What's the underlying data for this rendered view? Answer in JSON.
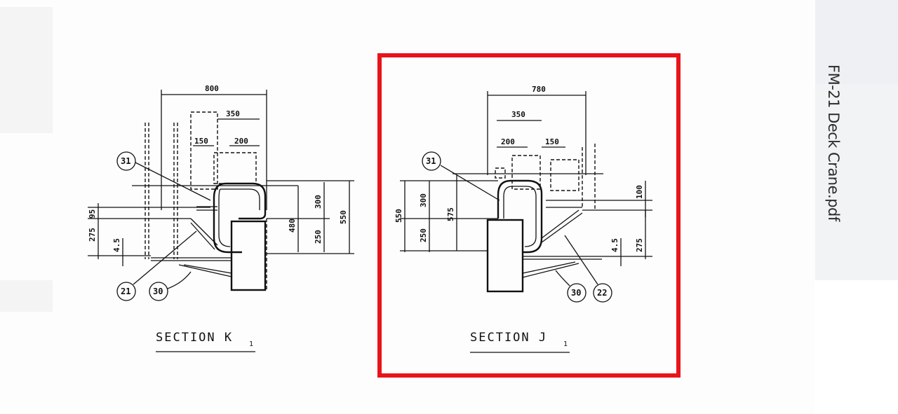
{
  "viewer": {
    "file_title": "FM-21 Deck Crane.pdf",
    "highlight_color": "#e8141b"
  },
  "section_k": {
    "caption_main": "SECTION K",
    "caption_sub": "1",
    "dims": {
      "d800": "800",
      "d350": "350",
      "d150": "150",
      "d200": "200",
      "d300": "300",
      "d550": "550",
      "d480": "480",
      "d250": "250",
      "d275": "275",
      "d95": "95",
      "d45": "4.5"
    },
    "callouts": {
      "c31": "31",
      "c21": "21",
      "c30": "30"
    }
  },
  "section_j": {
    "caption_main": "SECTION J",
    "caption_sub": "1",
    "dims": {
      "d780": "780",
      "d350": "350",
      "d200": "200",
      "d150": "150",
      "d550": "550",
      "d300": "300",
      "d575": "575",
      "d250": "250",
      "d100": "100",
      "d45": "4.5",
      "d275": "275"
    },
    "callouts": {
      "c31": "31",
      "c30": "30",
      "c22": "22"
    }
  }
}
